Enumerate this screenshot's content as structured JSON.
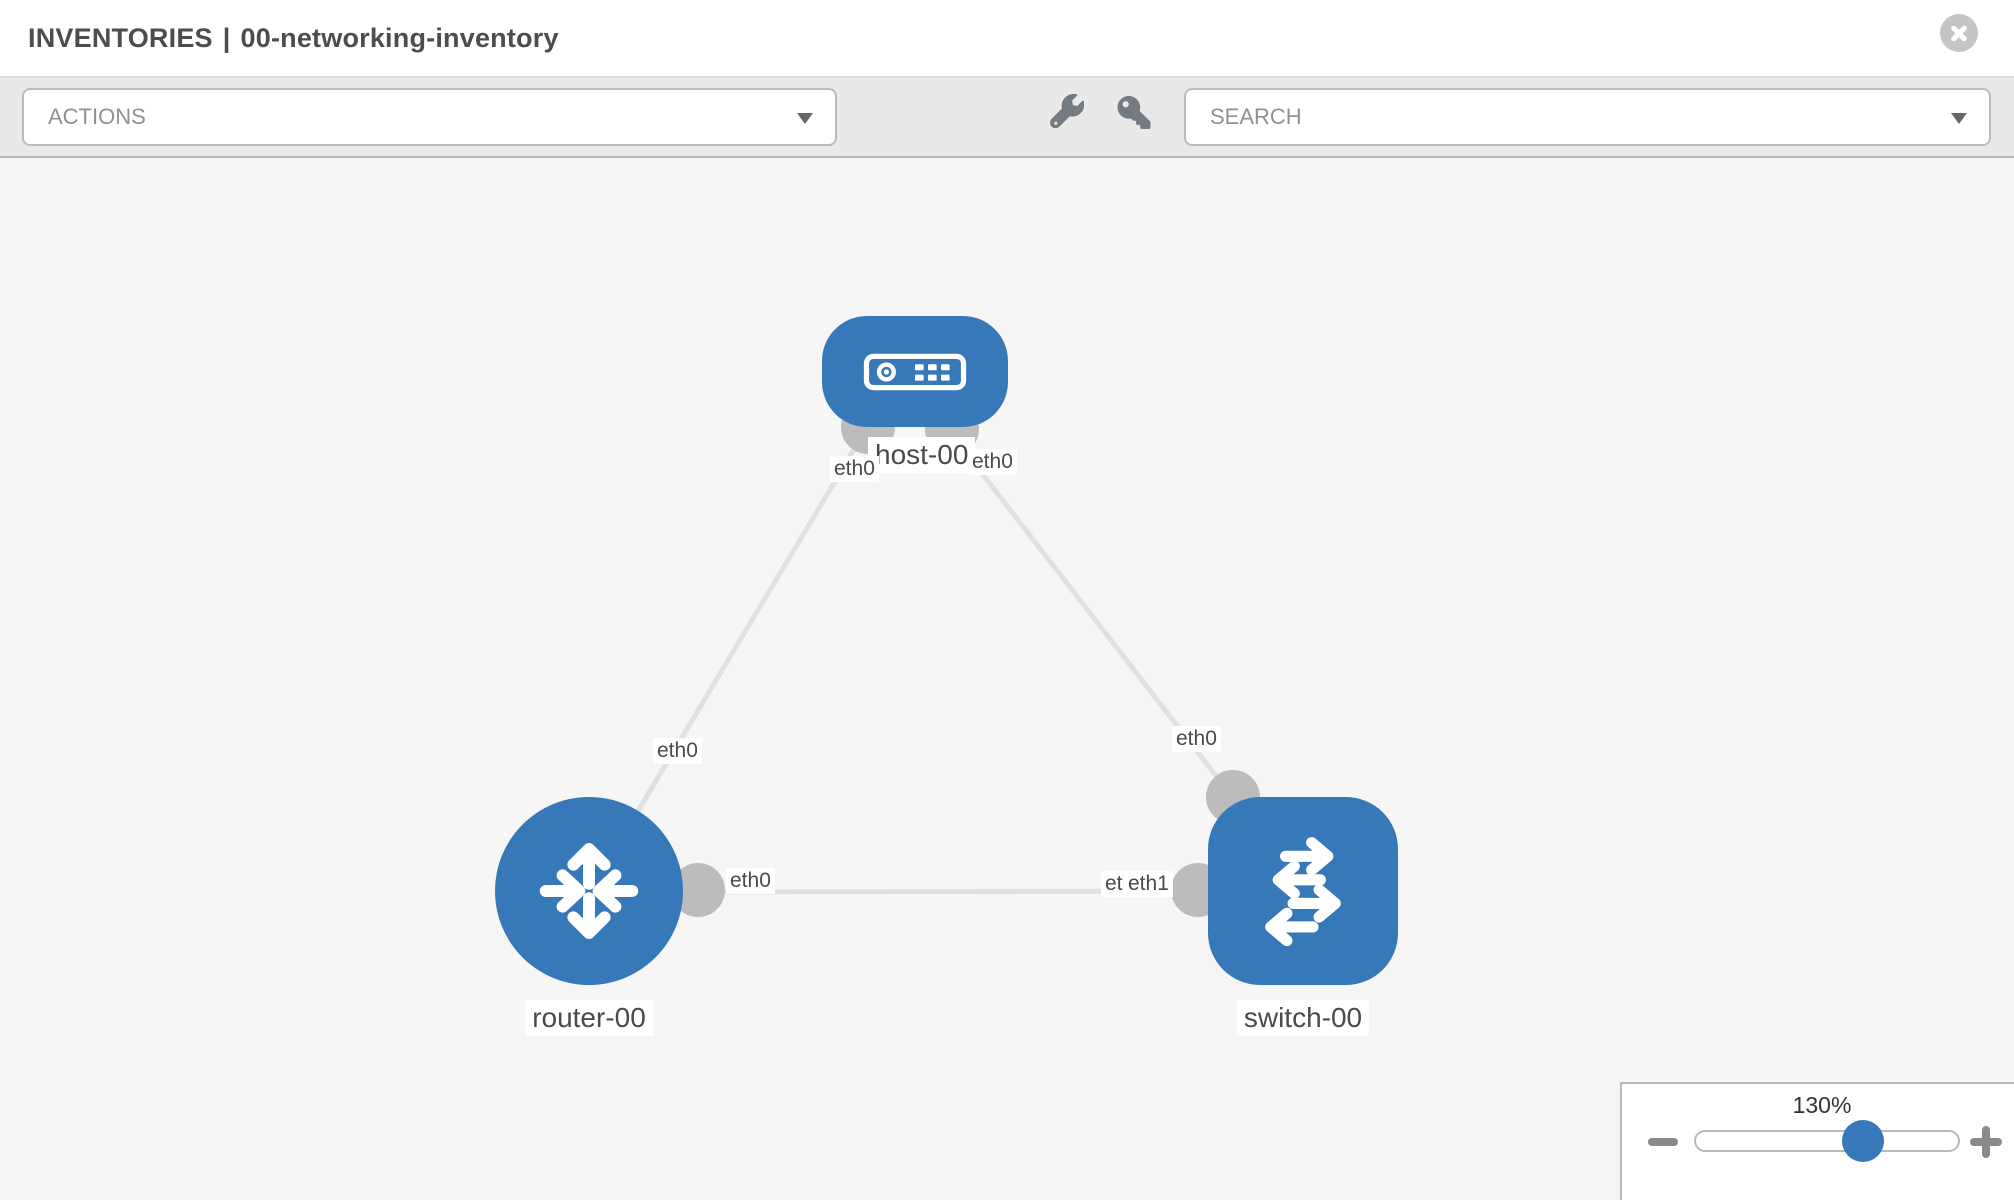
{
  "header": {
    "section": "INVENTORIES",
    "separator": "|",
    "inventory_name": "00-networking-inventory"
  },
  "toolbar": {
    "actions_placeholder": "ACTIONS",
    "search_placeholder": "SEARCH",
    "icons": [
      "wrench-icon",
      "key-icon"
    ]
  },
  "topology": {
    "nodes": [
      {
        "label": "host-00",
        "type": "host"
      },
      {
        "label": "router-00",
        "type": "router"
      },
      {
        "label": "switch-00",
        "type": "switch"
      }
    ],
    "links": [
      {
        "from": "router-00",
        "from_interface": "eth0",
        "to": "host-00",
        "to_interface": "eth0"
      },
      {
        "from": "host-00",
        "from_interface": "eth0",
        "to": "switch-00",
        "to_interface": "eth0"
      },
      {
        "from": "router-00",
        "from_interface": "eth0",
        "to": "switch-00",
        "to_interface": "eth1",
        "to_interface_overlapped": "eth0"
      }
    ]
  },
  "zoom_control": {
    "level": "130%"
  },
  "colors": {
    "node_blue": "#3779b8",
    "link_gray": "#e0e0e0",
    "interface_gray": "#bcbcbc",
    "toolbar_bg": "#e9e9e9",
    "canvas_bg": "#f6f6f6"
  }
}
